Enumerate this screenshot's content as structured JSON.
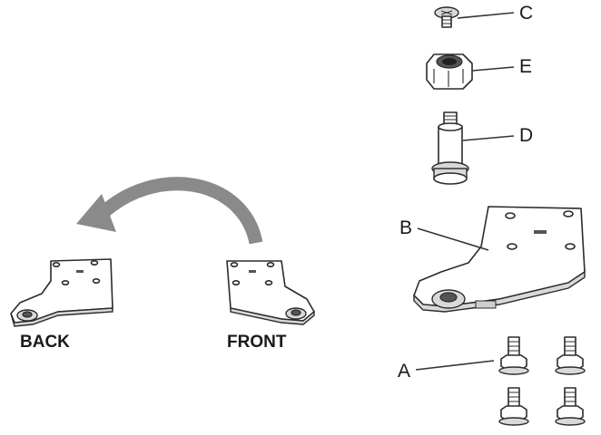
{
  "captions": {
    "back": "BACK",
    "front": "FRONT"
  },
  "parts": [
    {
      "letter": "C"
    },
    {
      "letter": "E"
    },
    {
      "letter": "D"
    },
    {
      "letter": "B"
    },
    {
      "letter": "A"
    }
  ],
  "colors": {
    "arrow": "#8a8a8a",
    "line": "#2b2b2b",
    "shade": "#d9d9d9"
  }
}
